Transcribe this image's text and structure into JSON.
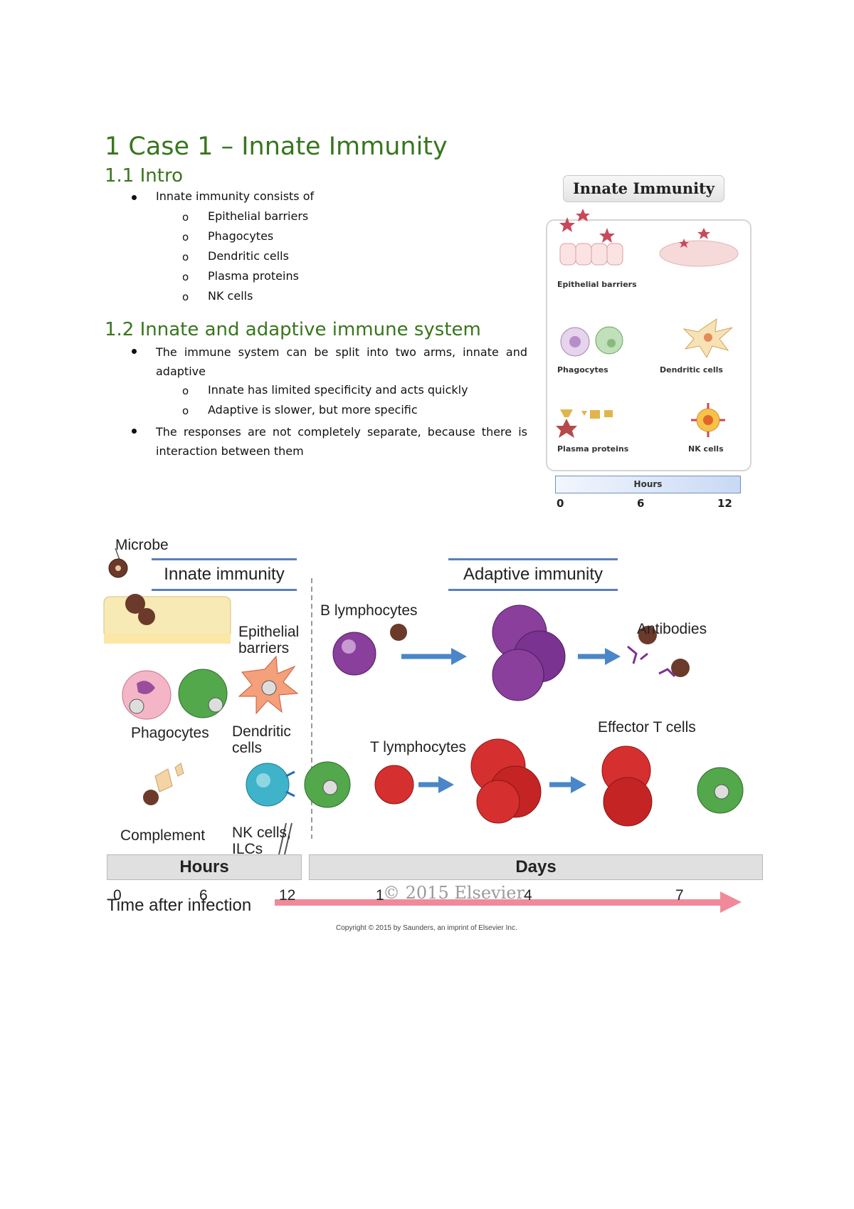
{
  "heading1": "1  Case 1 – Innate Immunity",
  "section1": {
    "title": "1.1  Intro",
    "bullet": "Innate immunity consists of",
    "subitems": [
      "Epithelial barriers",
      "Phagocytes",
      "Dendritic cells",
      "Plasma proteins",
      "NK cells"
    ]
  },
  "section2": {
    "title": "1.2  Innate and adaptive immune system",
    "bullet1": "The immune system can be split into two arms, innate and adaptive",
    "subitems": [
      "Innate has limited specificity and acts quickly",
      "Adaptive is slower, but more specific"
    ],
    "bullet2": "The responses are not completely separate, because there is interaction between them"
  },
  "figure1": {
    "title": "Innate Immunity",
    "labels": {
      "epithelial": "Epithelial barriers",
      "phagocytes": "Phagocytes",
      "dendritic": "Dendritic cells",
      "plasma": "Plasma proteins",
      "nk": "NK cells"
    },
    "axis_label": "Hours",
    "ticks": [
      "0",
      "6",
      "12"
    ]
  },
  "figure2": {
    "microbe": "Microbe",
    "innate_header": "Innate immunity",
    "adaptive_header": "Adaptive immunity",
    "epithelial": "Epithelial\nbarriers",
    "phagocytes": "Phagocytes",
    "dendritic": "Dendritic\ncells",
    "complement": "Complement",
    "nk": "NK cells,\nILCs",
    "b_lymph": "B lymphocytes",
    "antibodies": "Antibodies",
    "effector": "Effector T cells",
    "t_lymph": "T lymphocytes",
    "hours": "Hours",
    "days": "Days",
    "ticks_hours": [
      "0",
      "6",
      "12"
    ],
    "ticks_days": [
      "1",
      "4",
      "7"
    ],
    "time_label": "Time after infection",
    "watermark": "© 2015 Elsevier",
    "copyright": "Copyright © 2015 by Saunders, an imprint of Elsevier Inc."
  },
  "colors": {
    "heading": "#38761d",
    "header_rule": "#5b7fb8",
    "time_arrow": "#f08a9a"
  }
}
